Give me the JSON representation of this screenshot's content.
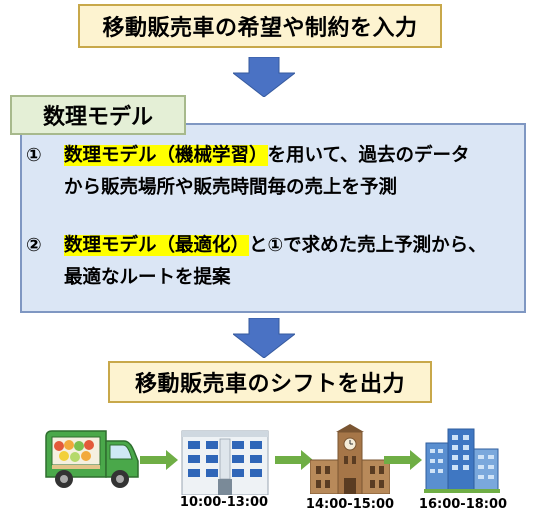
{
  "input_box": {
    "text": "移動販売車の希望や制約を入力"
  },
  "model": {
    "title": "数理モデル",
    "items": [
      {
        "number": "①",
        "highlight": "数理モデル（機械学習）",
        "line1_rest": "を用いて、過去のデータ",
        "line2": "から販売場所や販売時間毎の売上を予測"
      },
      {
        "number": "②",
        "highlight": "数理モデル（最適化）",
        "line1_rest": "と①で求めた売上予測から、",
        "line2": "最適なルートを提案"
      }
    ]
  },
  "output_box": {
    "text": "移動販売車のシフトを出力"
  },
  "schedule": {
    "times": [
      "10:00-13:00",
      "14:00-15:00",
      "16:00-18:00"
    ]
  },
  "colors": {
    "arrow_blue": "#4a72c4",
    "arrow_green": "#6fae45",
    "highlight": "#ffff00",
    "truck": "#4aa84a"
  }
}
